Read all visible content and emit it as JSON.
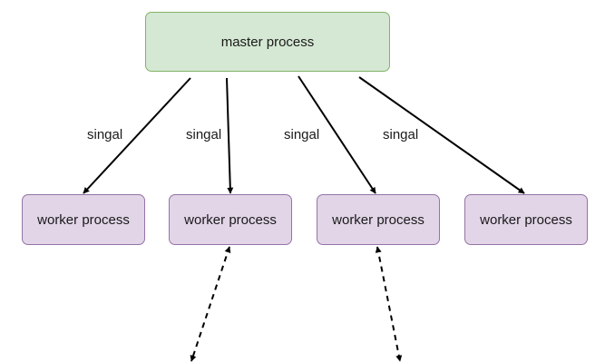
{
  "master": {
    "label": "master process"
  },
  "workers": [
    {
      "label": "worker process"
    },
    {
      "label": "worker process"
    },
    {
      "label": "worker process"
    },
    {
      "label": "worker process"
    }
  ],
  "signal_labels": [
    "singal",
    "singal",
    "singal",
    "singal"
  ],
  "colors": {
    "master_fill": "#d5e8d4",
    "master_border": "#82b366",
    "worker_fill": "#e1d5e7",
    "worker_border": "#9673a6",
    "edge": "#000000"
  }
}
